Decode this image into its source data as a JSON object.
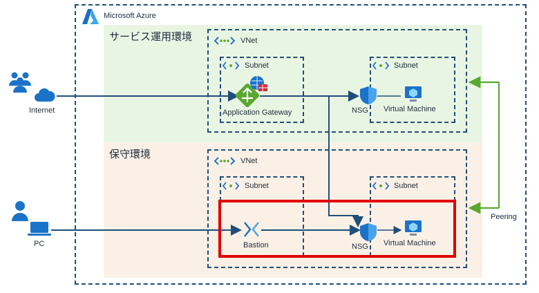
{
  "azure": {
    "title": "Microsoft Azure"
  },
  "zones": {
    "service": {
      "title": "サービス運用環境"
    },
    "maintenance": {
      "title": "保守環境"
    }
  },
  "vnet_label": "VNet",
  "subnet_label": "Subnet",
  "nodes": {
    "internet": "Internet",
    "pc": "PC",
    "app_gateway": "Application Gateway",
    "bastion": "Bastion",
    "nsg_top": "NSG",
    "nsg_bottom": "NSG",
    "vm_top": "Virtual Machine",
    "vm_bottom": "Virtual Machine",
    "peering": "Peering"
  },
  "colors": {
    "frame": "#1f4e79",
    "connection": "#1f4e79",
    "peering": "#5aa832",
    "highlight": "#e00000",
    "service_zone_bg": "#e9f5e3",
    "maintenance_zone_bg": "#fbf0e6",
    "icon_blue": "#1a73c8"
  },
  "icons": [
    "azure-logo-icon",
    "users-icon",
    "cloud-icon",
    "person-icon",
    "laptop-icon",
    "vnet-icon",
    "subnet-icon",
    "app-gateway-icon",
    "waf-icon",
    "nsg-shield-icon",
    "vm-icon",
    "bastion-icon"
  ]
}
